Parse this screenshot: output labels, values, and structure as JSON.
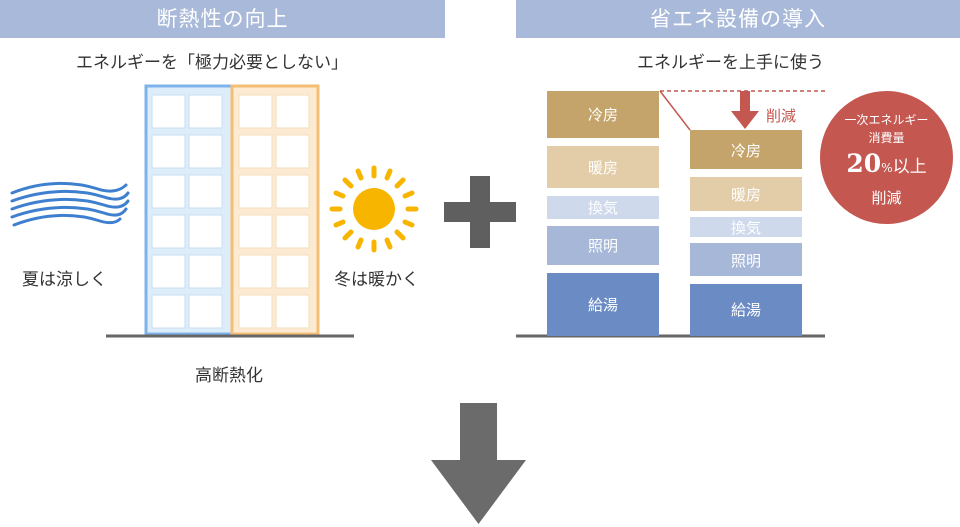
{
  "left": {
    "header": "断熱性の向上",
    "subtitle": "エネルギーを「極力必要としない」",
    "summer_label": "夏は涼しく",
    "winter_label": "冬は暖かく",
    "building_caption": "高断熱化"
  },
  "right": {
    "header": "省エネ設備の導入",
    "subtitle": "エネルギーを上手に使う",
    "reduce_label": "削減",
    "before_bars": [
      "冷房",
      "暖房",
      "換気",
      "照明",
      "給湯"
    ],
    "after_bars": [
      "冷房",
      "暖房",
      "換気",
      "照明",
      "給湯"
    ],
    "badge": {
      "line1": "一次エネルギー",
      "line2": "消費量",
      "number": "20",
      "percent": "%",
      "suffix": "以上",
      "line4": "削減"
    }
  },
  "colors": {
    "header_bg": "#a9b9d9",
    "cooling": "#c5a46b",
    "heating": "#e3cda8",
    "ventilation": "#cfd9ec",
    "lighting": "#a7b7d8",
    "hot_water": "#6b8bc4",
    "reduction_red": "#c4574f",
    "plus_sign": "#5f5f5f",
    "down_arrow": "#6b6b6b"
  }
}
